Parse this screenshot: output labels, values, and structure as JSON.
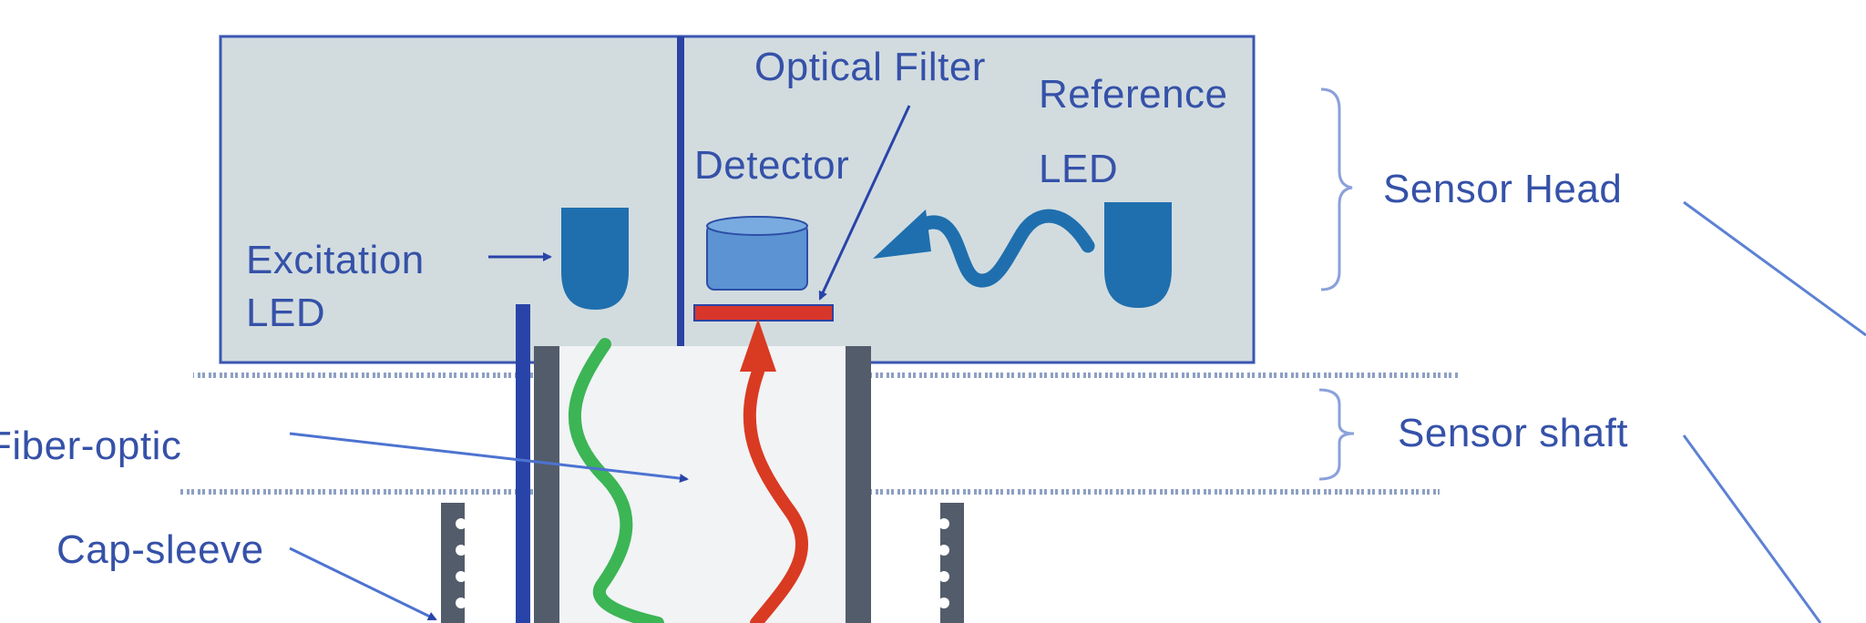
{
  "labels": {
    "optical_filter": "Optical Filter",
    "reference": "Reference",
    "reference_led": "LED",
    "detector": "Detector",
    "excitation": "Excitation",
    "excitation_led": "LED",
    "sensor_head": "Sensor Head",
    "sensor_shaft": "Sensor shaft",
    "fiber_optic": "Fiber-optic",
    "cap_sleeve": "Cap-sleeve"
  },
  "colors": {
    "head_fill": "#d2dcdf",
    "head_border": "#3a56b3",
    "led": "#1f6fae",
    "detector": "#5b93d3",
    "filter": "#d9362b",
    "excitation_light": "#3cb555",
    "emission_light": "#d93a22",
    "label_text": "#3551a8",
    "fiber": "#2944a8",
    "wall": "#535c6b"
  }
}
